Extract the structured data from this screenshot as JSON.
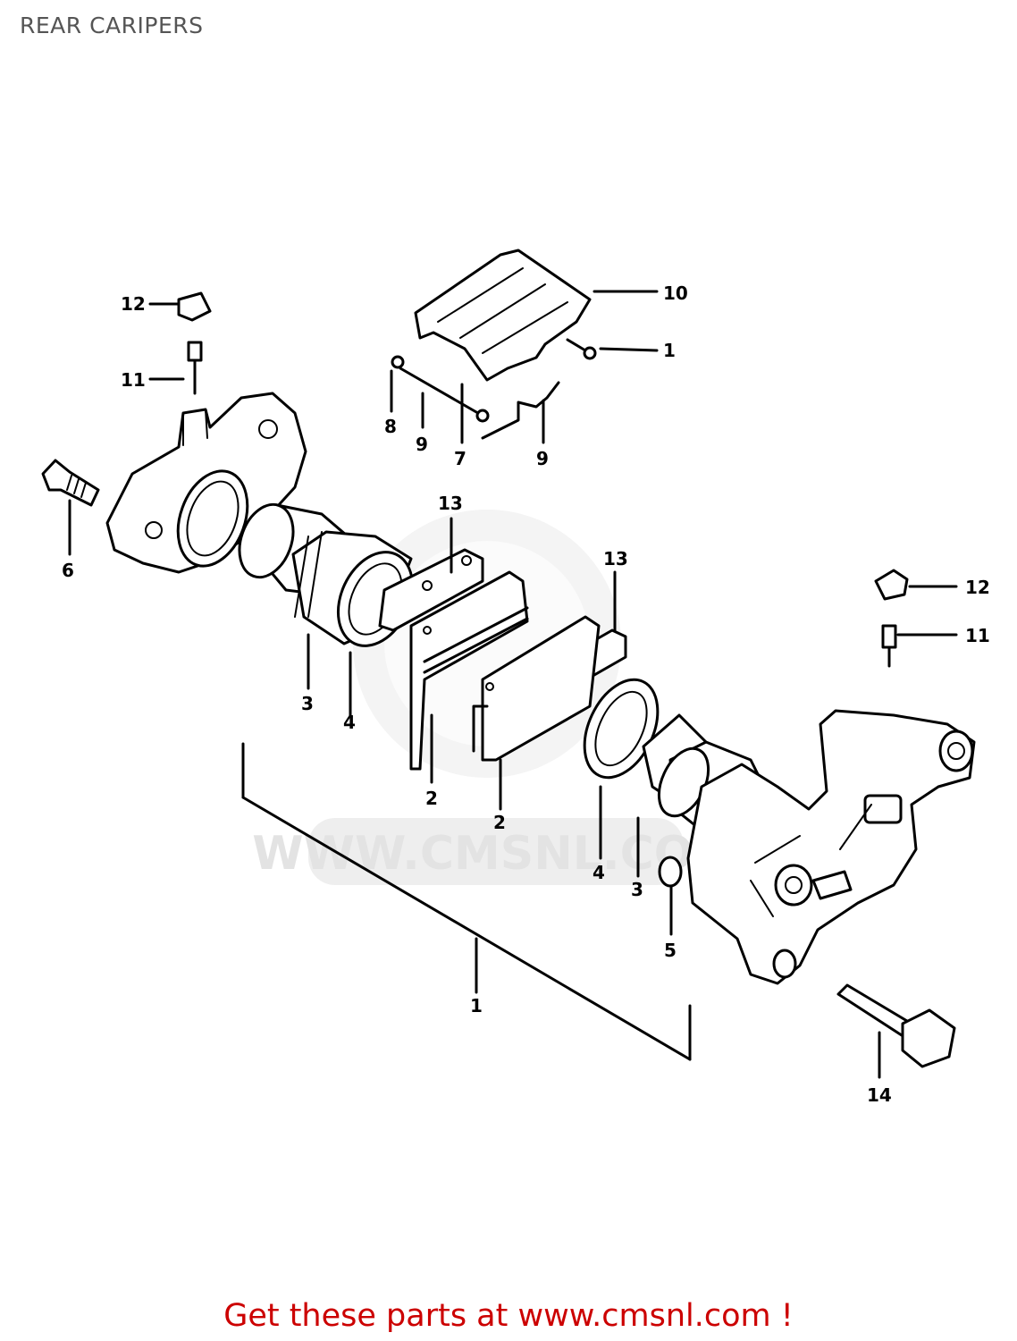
{
  "title": "REAR CARIPERS",
  "watermark": "WWW.CMSNL.COM",
  "footer": {
    "text": "Get these parts at www.cmsnl.com !",
    "color": "#cc0000"
  },
  "callouts": [
    "12",
    "11",
    "6",
    "10",
    "1",
    "8",
    "9",
    "7",
    "9",
    "13",
    "13",
    "3",
    "4",
    "2",
    "2",
    "12",
    "11",
    "4",
    "3",
    "5",
    "1",
    "14"
  ]
}
